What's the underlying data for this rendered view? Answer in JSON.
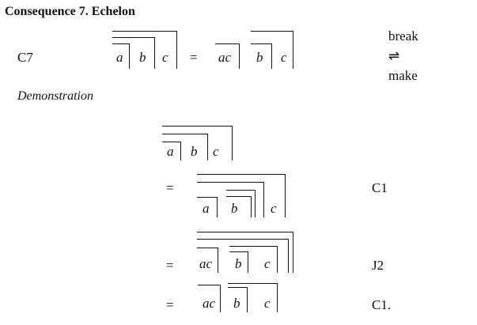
{
  "heading": "Consequence 7. Echelon",
  "label": "C7",
  "equation": {
    "lhs": [
      "a",
      "b",
      "c"
    ],
    "equals": "=",
    "rhs": [
      "ac",
      "b",
      "c"
    ],
    "annotation_top": "break",
    "annotation_arrow": "⇌",
    "annotation_bottom": "make"
  },
  "demonstration": {
    "title": "Demonstration",
    "steps": [
      {
        "equals": "",
        "letters": [
          "a",
          "b",
          "c"
        ],
        "reason": ""
      },
      {
        "equals": "=",
        "letters": [
          "a",
          "b",
          "c"
        ],
        "reason": "C1"
      },
      {
        "equals": "=",
        "letters": [
          "ac",
          "b",
          "c"
        ],
        "reason": "J2"
      },
      {
        "equals": "=",
        "letters": [
          "ac",
          "b",
          "c"
        ],
        "reason": "C1."
      }
    ]
  }
}
